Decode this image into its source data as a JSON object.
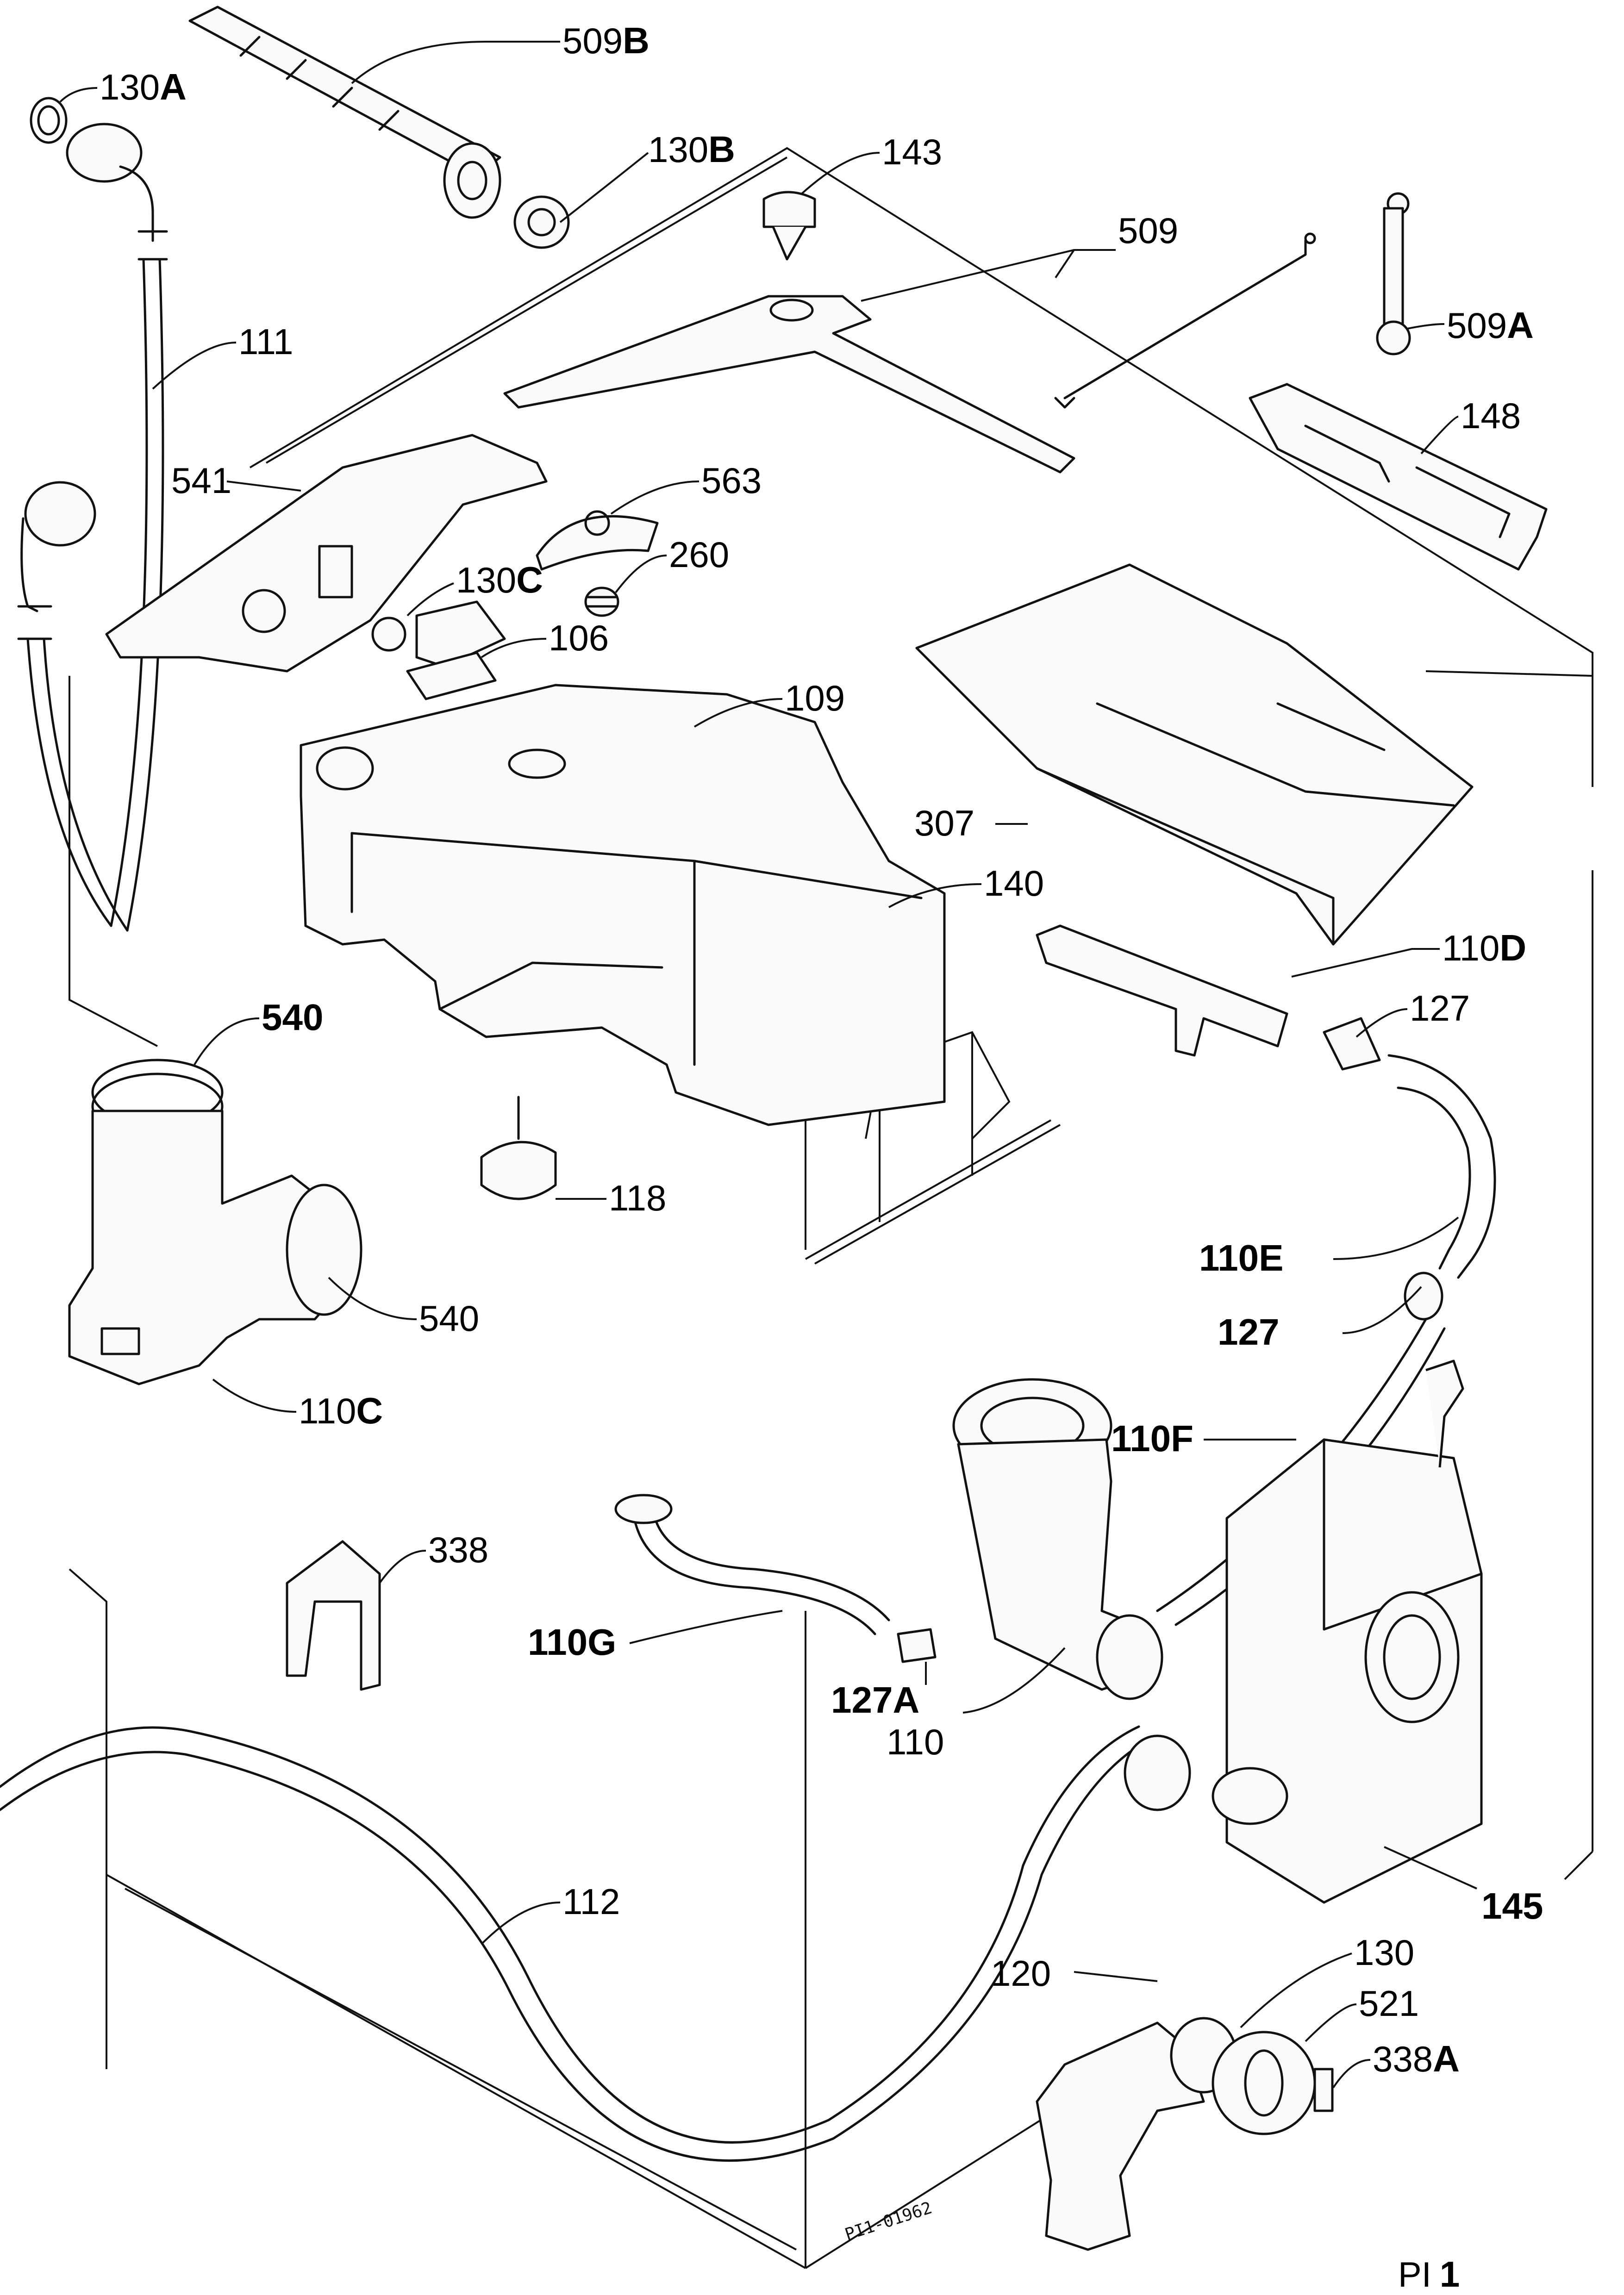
{
  "parts": [
    {
      "id": "p509b",
      "ref": "509",
      "sfx": "B"
    },
    {
      "id": "p130a",
      "ref": "130",
      "sfx": "A"
    },
    {
      "id": "p130b",
      "ref": "130",
      "sfx": "B"
    },
    {
      "id": "p143",
      "ref": "143",
      "sfx": ""
    },
    {
      "id": "p509",
      "ref": "509",
      "sfx": ""
    },
    {
      "id": "p509a",
      "ref": "509",
      "sfx": "A"
    },
    {
      "id": "p111",
      "ref": "111",
      "sfx": ""
    },
    {
      "id": "p148",
      "ref": "148",
      "sfx": ""
    },
    {
      "id": "p541",
      "ref": "541",
      "sfx": ""
    },
    {
      "id": "p563",
      "ref": "563",
      "sfx": ""
    },
    {
      "id": "p260",
      "ref": "260",
      "sfx": ""
    },
    {
      "id": "p130c",
      "ref": "130",
      "sfx": "C"
    },
    {
      "id": "p106",
      "ref": "106",
      "sfx": ""
    },
    {
      "id": "p109",
      "ref": "109",
      "sfx": ""
    },
    {
      "id": "p307",
      "ref": "307",
      "sfx": ""
    },
    {
      "id": "p140",
      "ref": "140",
      "sfx": ""
    },
    {
      "id": "p110d",
      "ref": "110",
      "sfx": "D"
    },
    {
      "id": "p540a",
      "ref": "540",
      "sfx": ""
    },
    {
      "id": "p127a",
      "ref": "127",
      "sfx": ""
    },
    {
      "id": "p118",
      "ref": "118",
      "sfx": ""
    },
    {
      "id": "p540b",
      "ref": "540",
      "sfx": ""
    },
    {
      "id": "p110e",
      "ref": "110E",
      "sfx": ""
    },
    {
      "id": "p127b",
      "ref": "127",
      "sfx": ""
    },
    {
      "id": "p110c",
      "ref": "110",
      "sfx": "C"
    },
    {
      "id": "p110f",
      "ref": "110F",
      "sfx": ""
    },
    {
      "id": "p338",
      "ref": "338",
      "sfx": ""
    },
    {
      "id": "p110g",
      "ref": "110G",
      "sfx": ""
    },
    {
      "id": "p127A",
      "ref": "127A",
      "sfx": ""
    },
    {
      "id": "p110",
      "ref": "110",
      "sfx": ""
    },
    {
      "id": "p112",
      "ref": "112",
      "sfx": ""
    },
    {
      "id": "p145",
      "ref": "145",
      "sfx": ""
    },
    {
      "id": "p130",
      "ref": "130",
      "sfx": ""
    },
    {
      "id": "p120",
      "ref": "120",
      "sfx": ""
    },
    {
      "id": "p521",
      "ref": "521",
      "sfx": ""
    },
    {
      "id": "p338a",
      "ref": "338",
      "sfx": "A"
    }
  ],
  "stamp": "PI1-01962",
  "plate": {
    "prefix": "PI",
    "number": "1"
  }
}
